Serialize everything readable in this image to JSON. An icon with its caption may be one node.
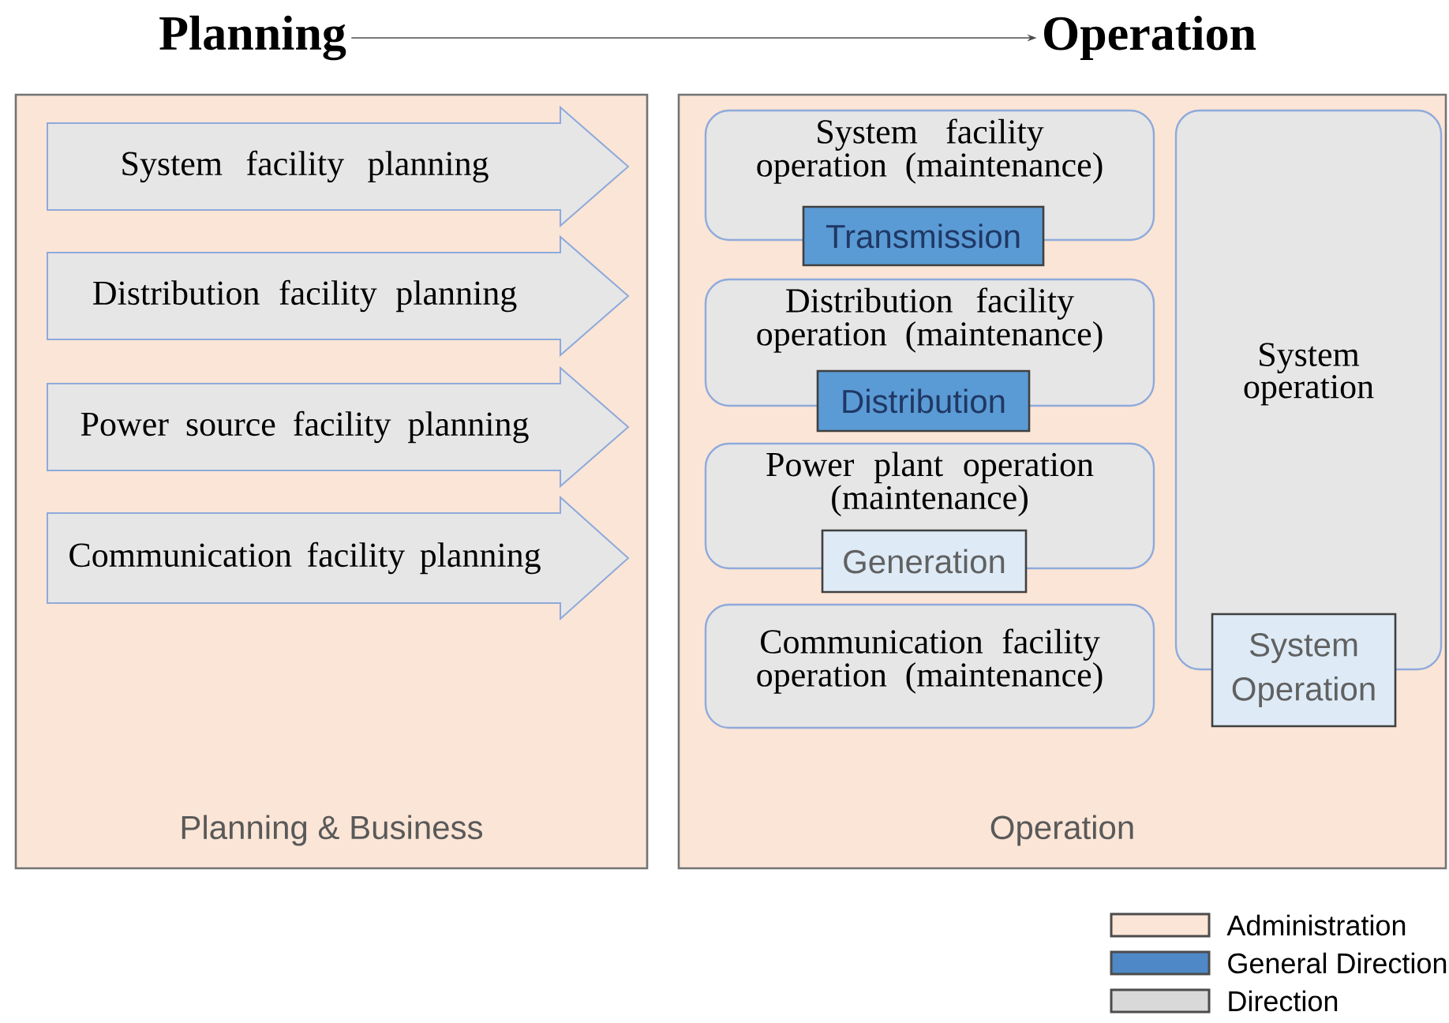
{
  "diagram": {
    "nodes": [
      {
        "text": [
          "Planning"
        ]
      },
      {
        "text": [
          "Operation"
        ]
      },
      {
        "text": [
          "Planning & Business"
        ]
      },
      {
        "text": [
          "System facility planning"
        ],
        "in": 2
      },
      {
        "text": [
          "Distribution facility planning"
        ],
        "in": 2
      },
      {
        "text": [
          "Power source facility planning"
        ],
        "in": 2
      },
      {
        "text": [
          "Communication facility planning"
        ],
        "in": 2
      },
      {
        "text": [
          "Operation"
        ]
      },
      {
        "text": [
          "System facility operation (maintenance)"
        ],
        "in": 7
      },
      {
        "text": [
          "Transmission"
        ],
        "in": 7
      },
      {
        "text": [
          "Distribution facility operation (maintenance)"
        ],
        "in": 7
      },
      {
        "text": [
          "Distribution"
        ],
        "in": 7
      },
      {
        "text": [
          "Power plant operation (maintenance)"
        ],
        "in": 7
      },
      {
        "text": [
          "Generation"
        ],
        "in": 7
      },
      {
        "text": [
          "Communication facility operation (maintenance)"
        ],
        "in": 7
      },
      {
        "text": [
          "System operation"
        ],
        "in": 7
      },
      {
        "text": [
          "System Operation"
        ],
        "in": 7
      }
    ],
    "edges": [
      {
        "from": 0,
        "to": 1,
        "arrow": "to"
      }
    ],
    "legend": [
      {
        "text": "Administration",
        "color": "#fbe5d6"
      },
      {
        "text": "General Direction",
        "color": "#4f88c6"
      },
      {
        "text": "Direction",
        "color": "#d9d9d9"
      }
    ]
  }
}
